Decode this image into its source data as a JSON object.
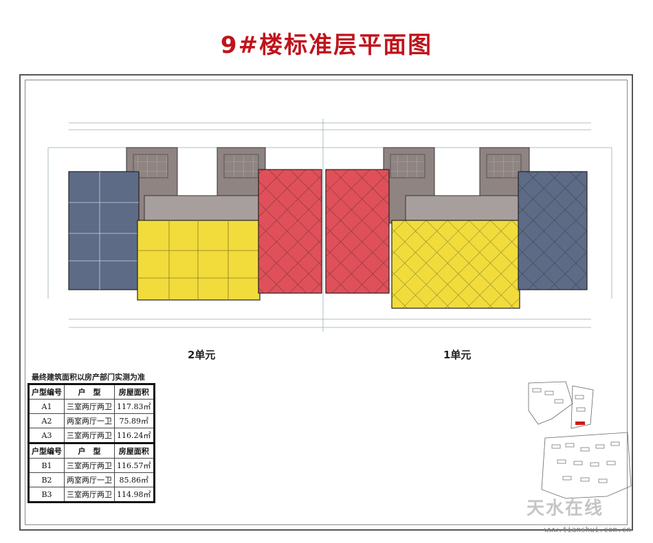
{
  "title": "9#楼标准层平面图",
  "units": {
    "unit2": "2单元",
    "unit1": "1单元"
  },
  "note": "最终建筑面积以房产部门实测为准",
  "table_a": {
    "headers": [
      "户型编号",
      "户　型",
      "房屋面积"
    ],
    "rows": [
      [
        "A1",
        "三室两厅两卫",
        "117.83㎡"
      ],
      [
        "A2",
        "两室两厅一卫",
        "75.89㎡"
      ],
      [
        "A3",
        "三室两厅两卫",
        "116.24㎡"
      ]
    ]
  },
  "table_b": {
    "headers": [
      "户型编号",
      "户　型",
      "房屋面积"
    ],
    "rows": [
      [
        "B1",
        "三室两厅两卫",
        "116.57㎡"
      ],
      [
        "B2",
        "两室两厅一卫",
        "85.86㎡"
      ],
      [
        "B3",
        "三室两厅两卫",
        "114.98㎡"
      ]
    ]
  },
  "watermark": {
    "brand": "天水在线",
    "url": "www.tianshui.com.cn"
  },
  "colors": {
    "title": "#c0141c",
    "blue_unit": "#5d6b86",
    "yellow_unit": "#f1dc3c",
    "red_unit": "#e0505a",
    "core": "#8f8482"
  }
}
